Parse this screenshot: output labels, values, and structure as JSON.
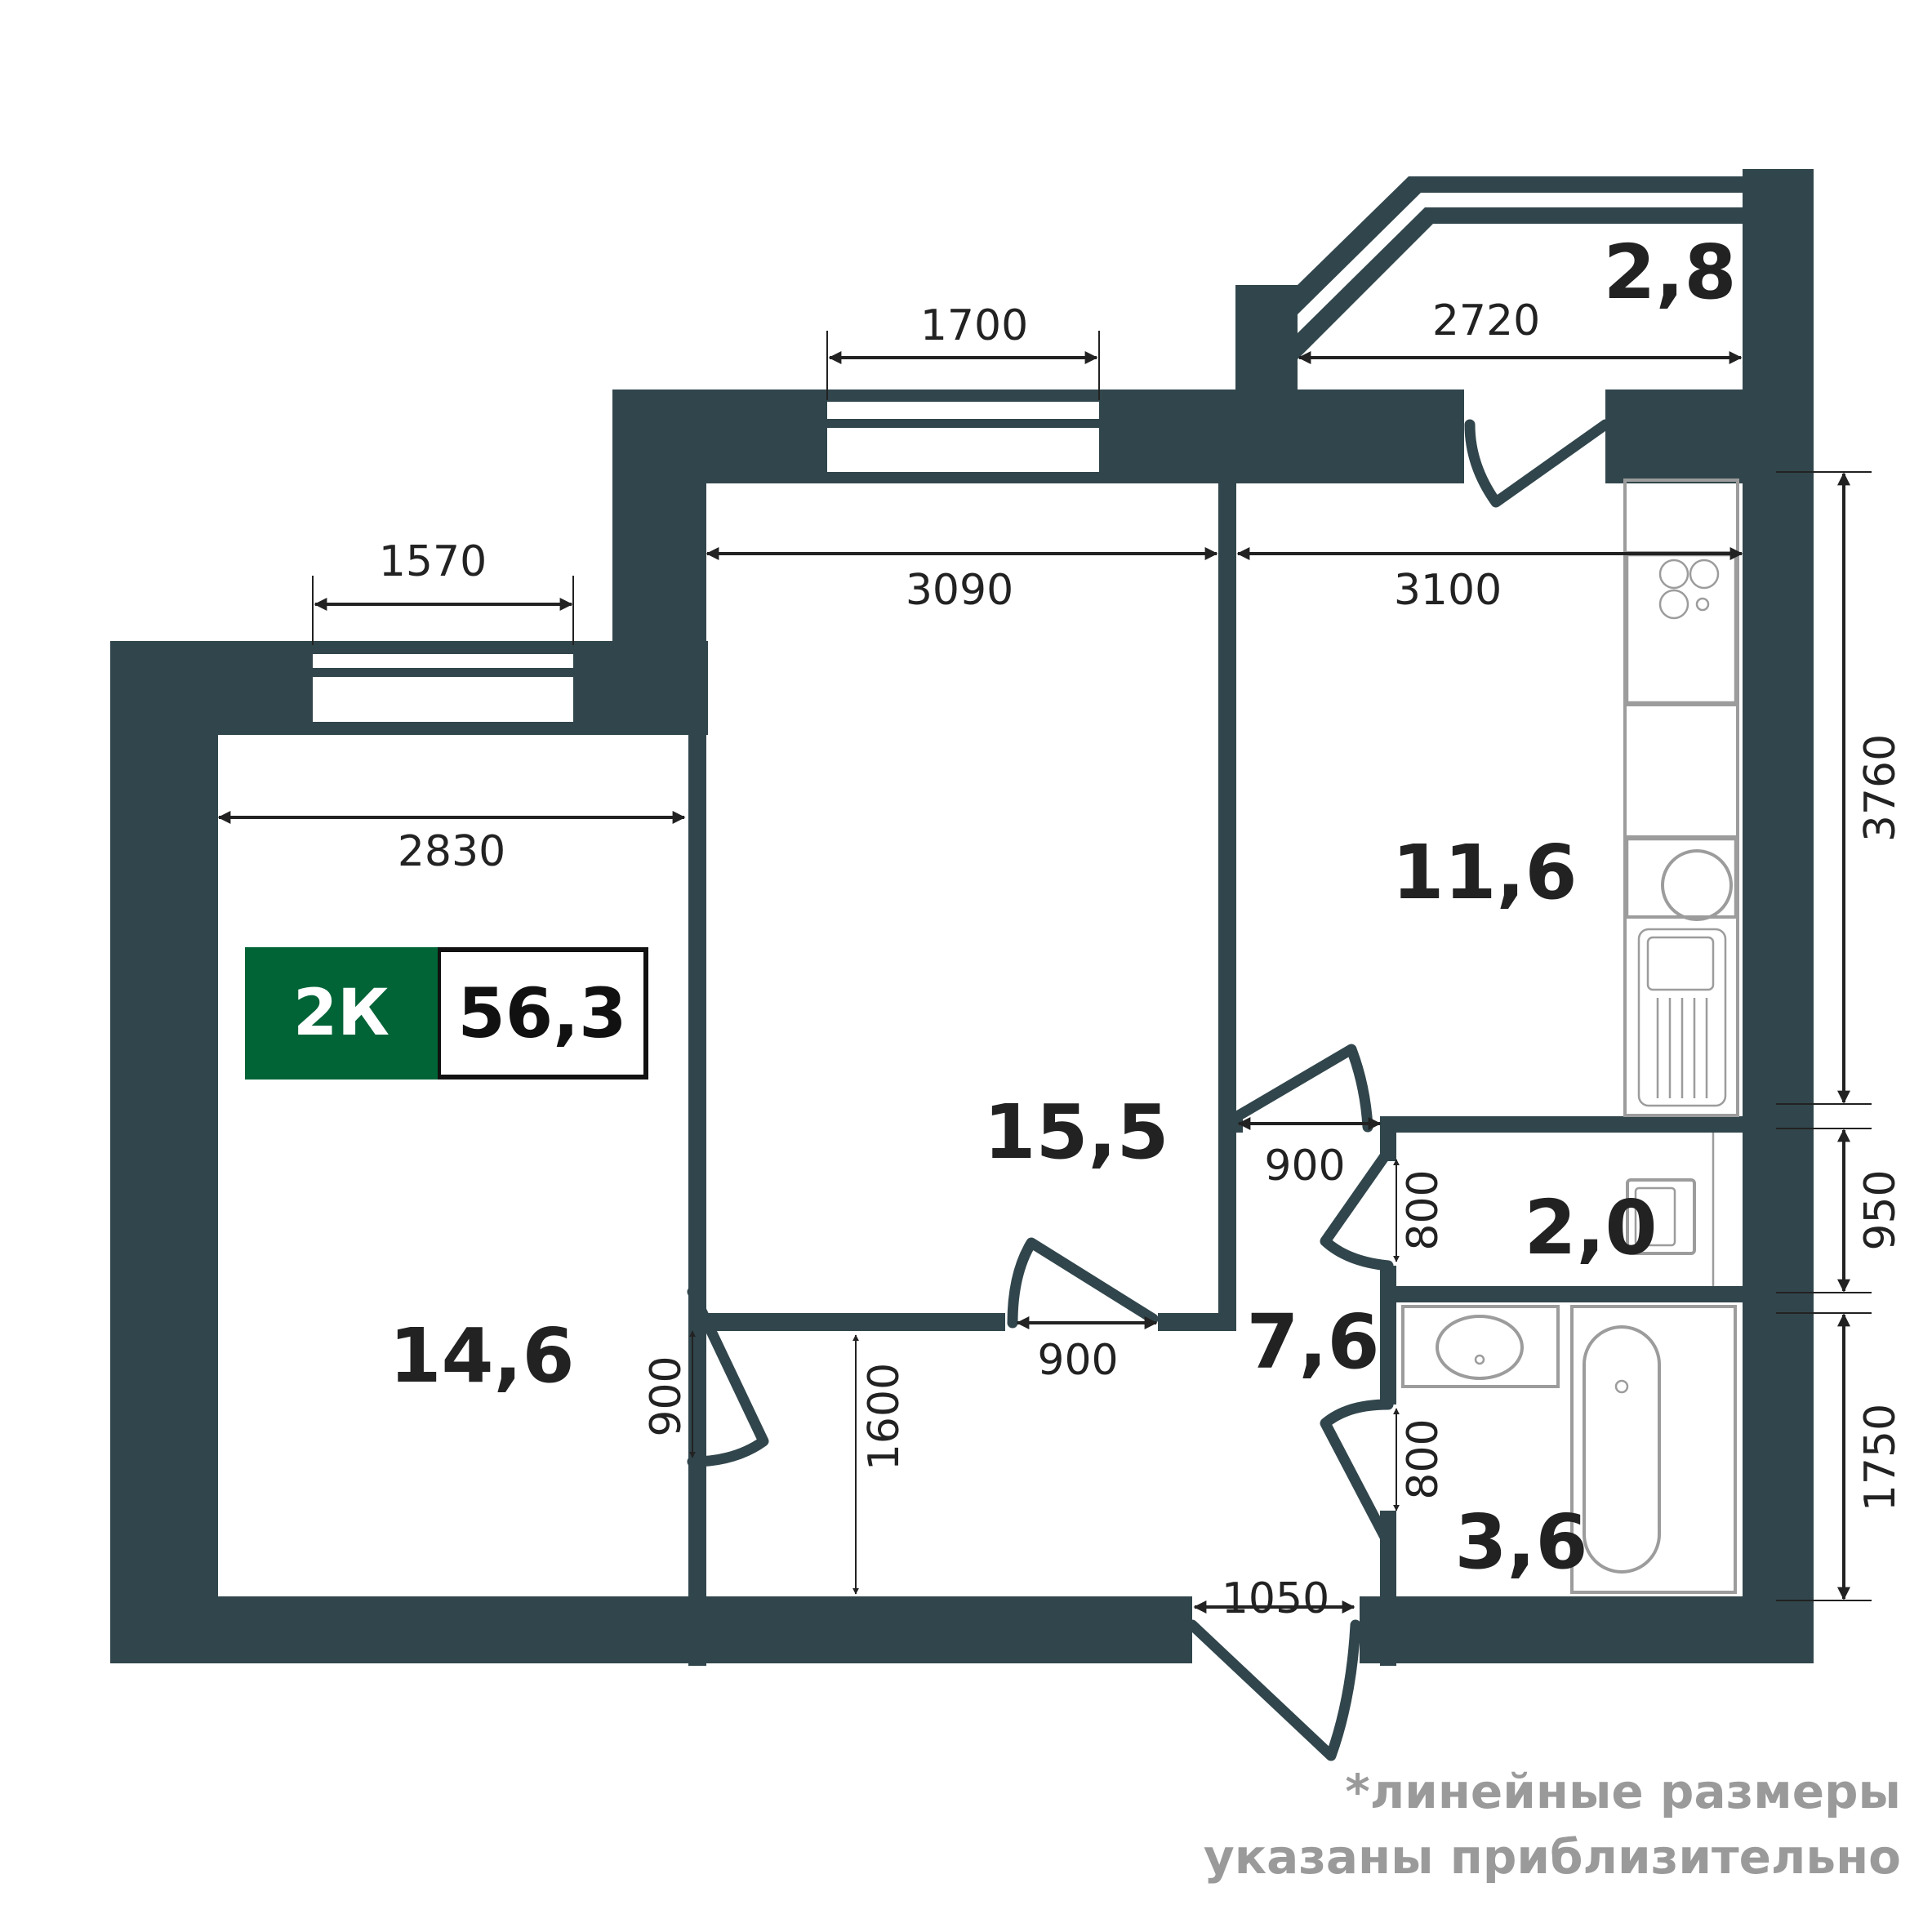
{
  "apartment": {
    "type_label": "2К",
    "total_area": "56,3",
    "type_color": "#006437"
  },
  "rooms": {
    "bedroom_left": {
      "area": "14,6"
    },
    "living_room": {
      "area": "15,5"
    },
    "kitchen": {
      "area": "11,6"
    },
    "balcony": {
      "area": "2,8"
    },
    "toilet": {
      "area": "2,0"
    },
    "hallway": {
      "area": "7,6"
    },
    "bathroom": {
      "area": "3,6"
    }
  },
  "dimensions": {
    "window_left": "1570",
    "bedroom_width": "2830",
    "window_middle": "1700",
    "living_width": "3090",
    "balcony_width": "2720",
    "kitchen_width": "3100",
    "kitchen_depth": "3760",
    "toilet_depth": "950",
    "bathroom_depth": "1750",
    "door_bedroom": "900",
    "door_living": "900",
    "door_kitchen": "900",
    "door_toilet": "800",
    "door_bathroom": "800",
    "hall_depth": "1600",
    "door_entrance": "1050"
  },
  "footnote": {
    "line1": "*линейные размеры",
    "line2": "указаны приблизительно"
  },
  "colors": {
    "wall": "#31464c",
    "fixtures": "#9c9c9c",
    "note": "#9a9a9a"
  }
}
